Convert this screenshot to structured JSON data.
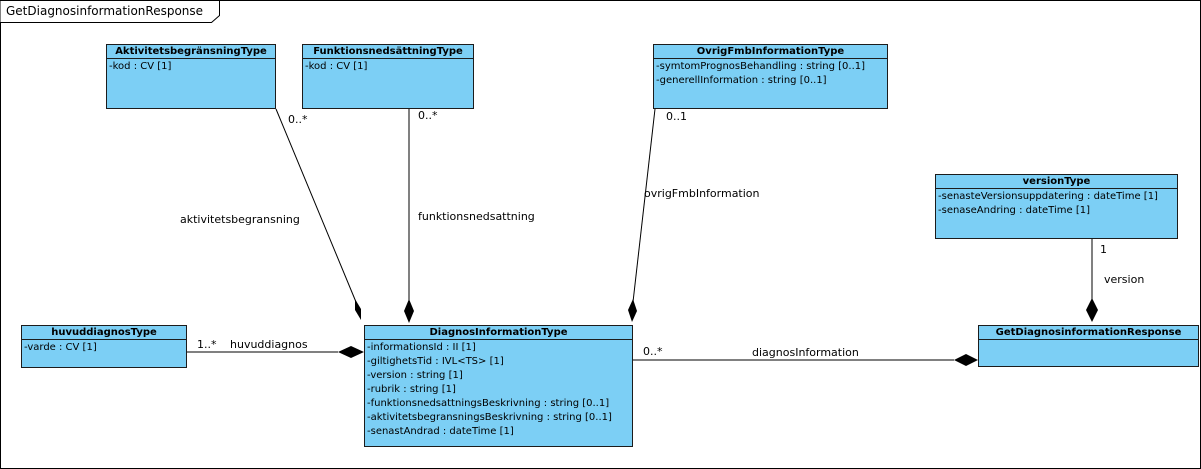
{
  "frame": {
    "title": "GetDiagnosinformationResponse"
  },
  "classes": {
    "aktivitet": {
      "name": "AktivitetsbegränsningType",
      "attrs": [
        "-kod : CV [1]"
      ]
    },
    "funktion": {
      "name": "FunktionsnedsättningType",
      "attrs": [
        "-kod : CV [1]"
      ]
    },
    "ovrig": {
      "name": "OvrigFmbInformationType",
      "attrs": [
        "-symtomPrognosBehandling : string [0..1]",
        "-generellInformation : string [0..1]"
      ]
    },
    "version": {
      "name": "versionType",
      "attrs": [
        "-senasteVersionsuppdatering : dateTime [1]",
        "-senaseAndring : dateTime [1]"
      ]
    },
    "huvud": {
      "name": "huvuddiagnosType",
      "attrs": [
        "-varde : CV [1]"
      ]
    },
    "diagnos": {
      "name": "DiagnosInformationType",
      "attrs": [
        "-informationsId : II [1]",
        "-giltighetsTid : IVL<TS> [1]",
        "-version : string [1]",
        "-rubrik : string [1]",
        "-funktionsnedsattningsBeskrivning : string [0..1]",
        "-aktivitetsbegransningsBeskrivning : string [0..1]",
        "-senastAndrad : dateTime [1]"
      ]
    },
    "response": {
      "name": "GetDiagnosinformationResponse",
      "attrs": []
    }
  },
  "associations": {
    "aktivitetsbegransning": {
      "role": "aktivitetsbegransning",
      "multiplicity": "0..*"
    },
    "funktionsnedsattning": {
      "role": "funktionsnedsattning",
      "multiplicity": "0..*"
    },
    "ovrigFmbInformation": {
      "role": "ovrigFmbInformation",
      "multiplicity": "0..1"
    },
    "version": {
      "role": "version",
      "multiplicity": "1"
    },
    "huvuddiagnos": {
      "role": "huvuddiagnos",
      "multiplicity": "1..*"
    },
    "diagnosInformation": {
      "role": "diagnosInformation",
      "multiplicity": "0..*"
    }
  },
  "colors": {
    "class_fill": "#7ccff5",
    "line": "#000000"
  }
}
